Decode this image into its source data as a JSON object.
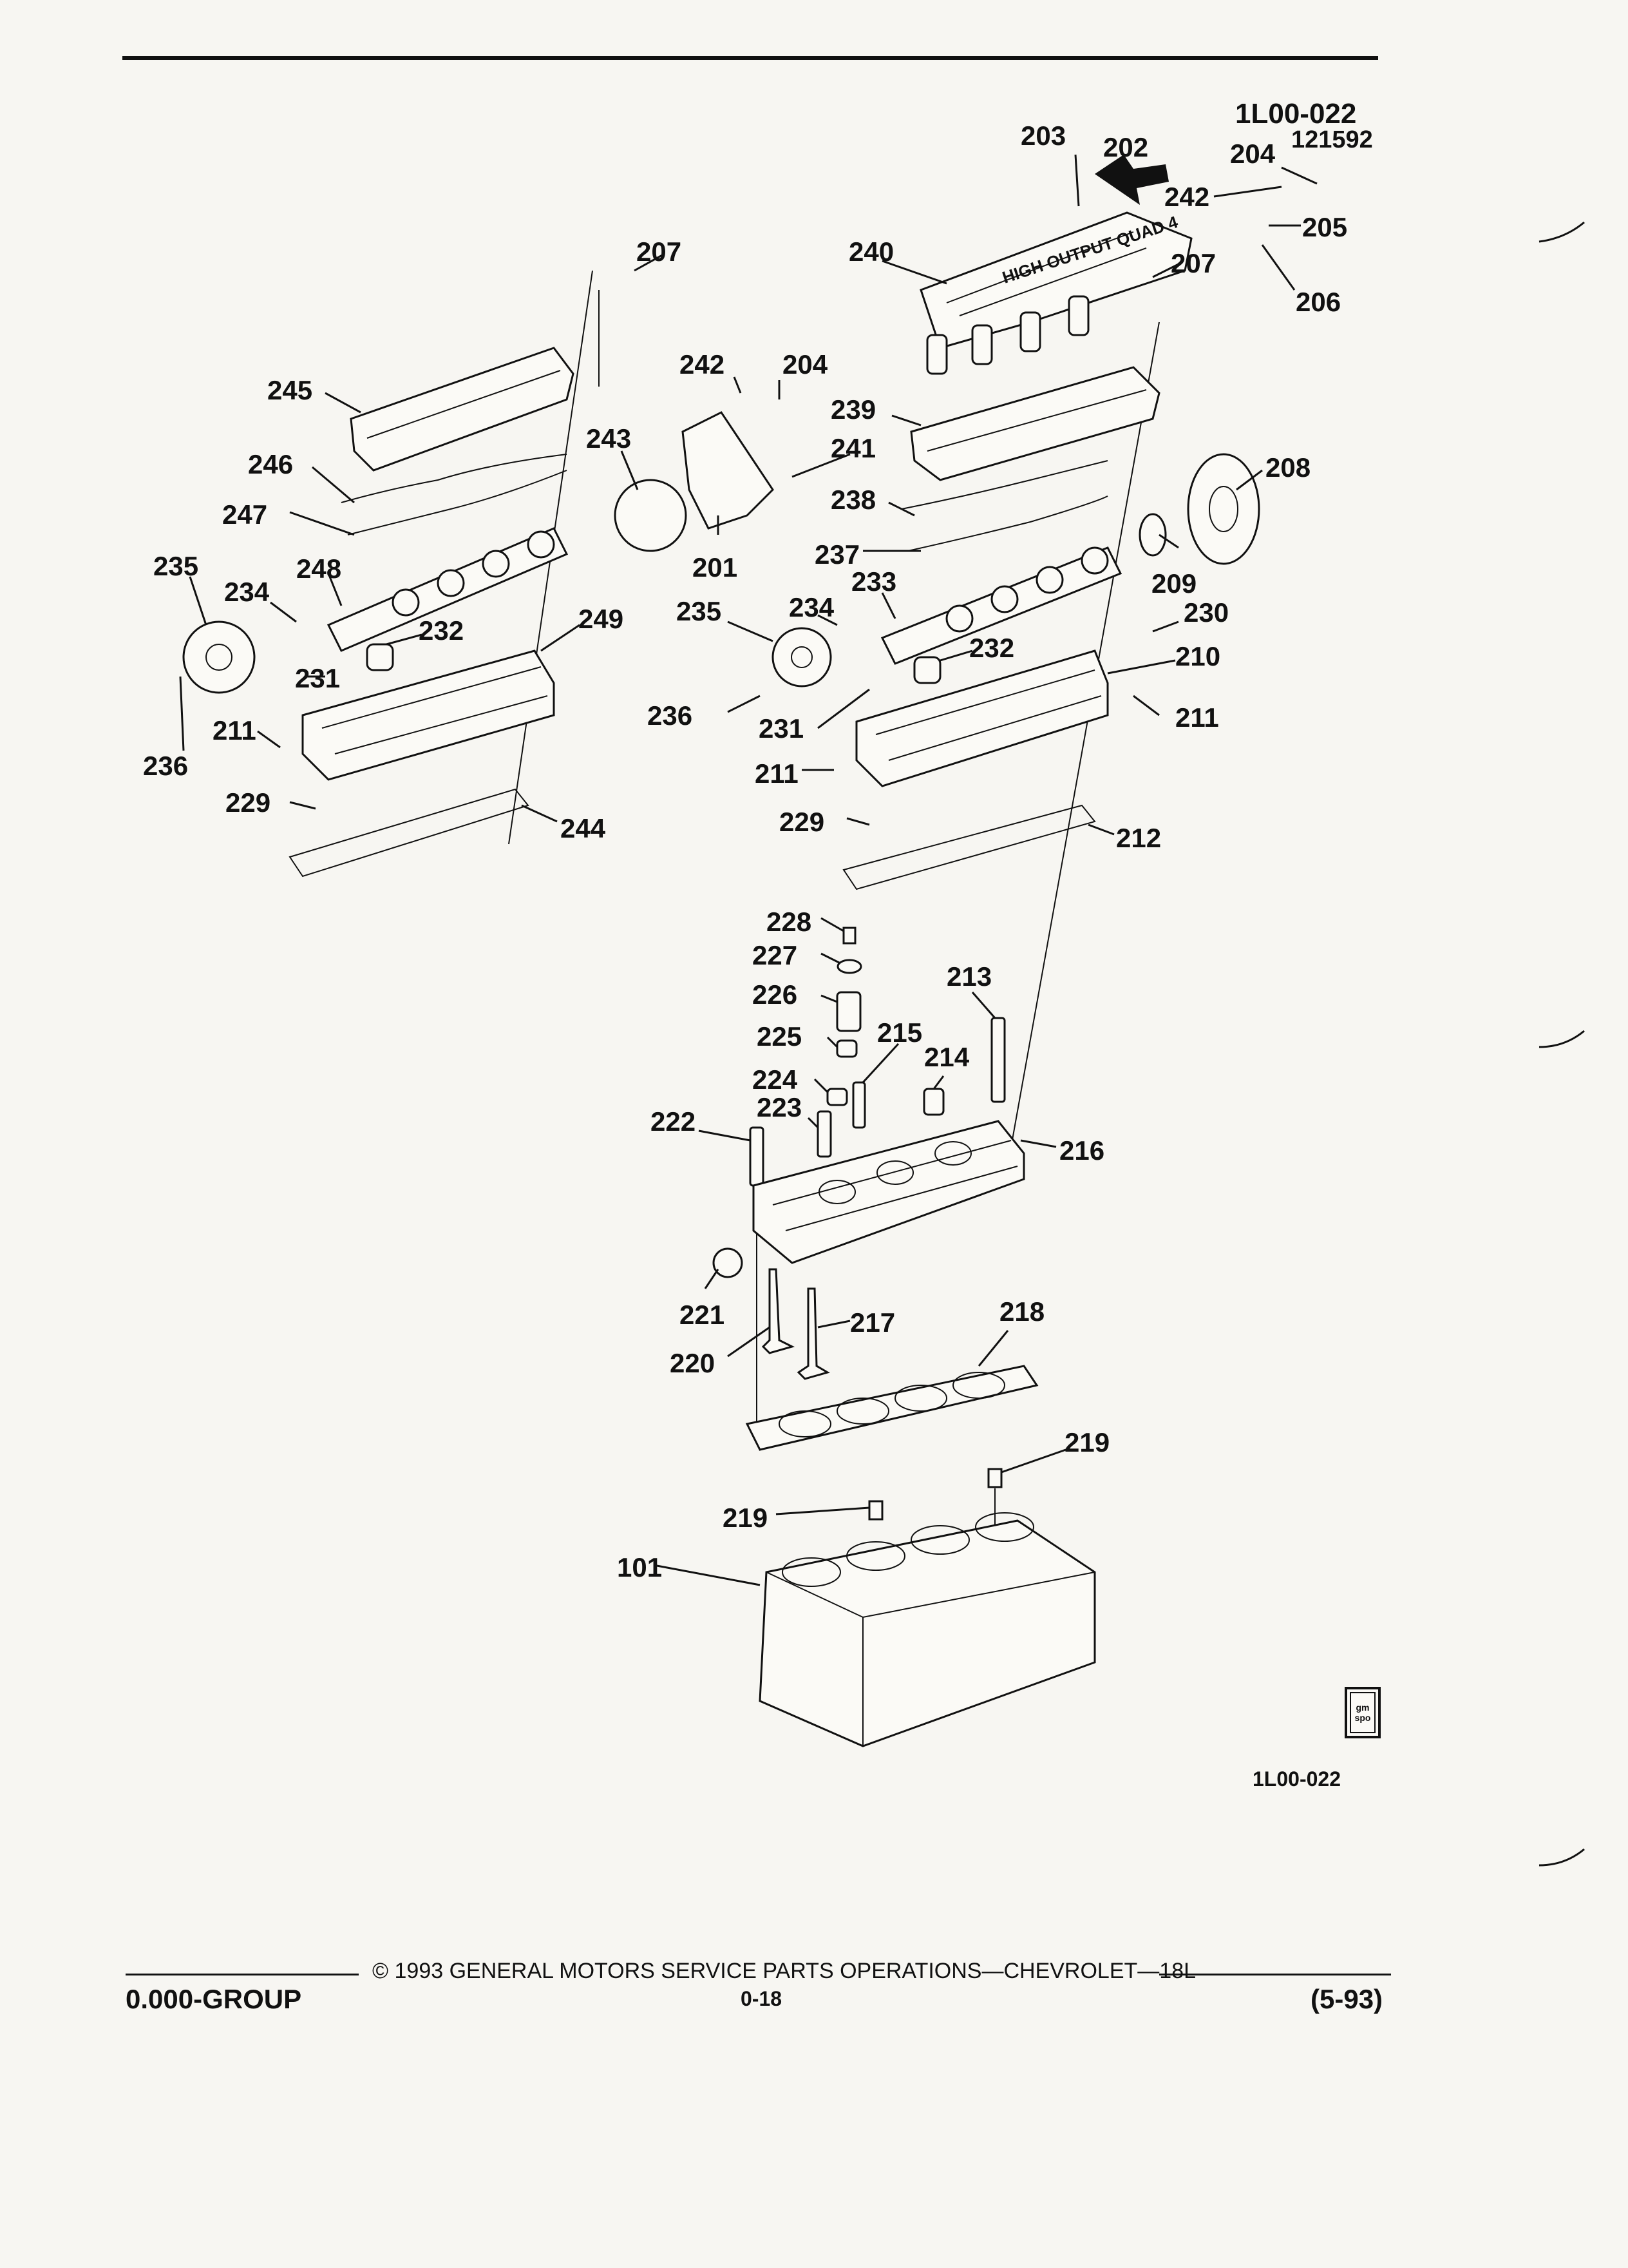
{
  "header": {
    "diagram_id": "1L00-022",
    "date_code": "121592",
    "date_part": "204"
  },
  "figure_code": "1L00-022",
  "logo": {
    "line1": "gm",
    "line2": "spo"
  },
  "callouts": {
    "c203": "203",
    "c202": "202",
    "c242a": "242",
    "c205": "205",
    "c207a": "207",
    "c240": "240",
    "c207b": "207",
    "c206": "206",
    "c242b": "242",
    "c204": "204",
    "c245": "245",
    "c243": "243",
    "c239": "239",
    "c241": "241",
    "c246": "246",
    "c208": "208",
    "c247": "247",
    "c238": "238",
    "c201": "201",
    "c237": "237",
    "c235a": "235",
    "c248": "248",
    "c209": "209",
    "c234a": "234",
    "c233": "233",
    "c234b": "234",
    "c230": "230",
    "c249": "249",
    "c235b": "235",
    "c232a": "232",
    "c232b": "232",
    "c210": "210",
    "c231a": "231",
    "c236a": "236",
    "c231b": "231",
    "c211a": "211",
    "c211b": "211",
    "c236b": "236",
    "c211c": "211",
    "c229a": "229",
    "c229b": "229",
    "c244": "244",
    "c212": "212",
    "c228": "228",
    "c227": "227",
    "c213": "213",
    "c226": "226",
    "c215": "215",
    "c225": "225",
    "c214": "214",
    "c224": "224",
    "c223": "223",
    "c222": "222",
    "c216": "216",
    "c218": "218",
    "c221": "221",
    "c217": "217",
    "c220": "220",
    "c219a": "219",
    "c219b": "219",
    "c101": "101"
  },
  "footer": {
    "copyright": "© 1993 GENERAL MOTORS SERVICE PARTS OPERATIONS—CHEVROLET—18L",
    "group": "0.000-GROUP",
    "page": "0-18",
    "revision": "(5-93)"
  }
}
